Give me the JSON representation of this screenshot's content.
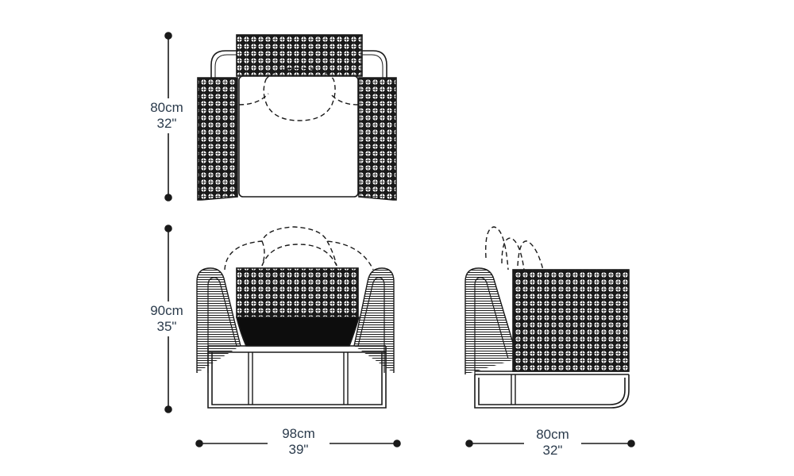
{
  "drawing": {
    "colors": {
      "ink": "#1a1a1a",
      "label": "#2b3b4c",
      "seat": "#0d0d0d",
      "weave_fill": "#ffffff"
    },
    "views": [
      "top-view",
      "front-view",
      "side-view"
    ]
  },
  "dimensions": {
    "top_depth": {
      "metric": "80cm",
      "imperial": "32\""
    },
    "height": {
      "metric": "90cm",
      "imperial": "35\""
    },
    "width": {
      "metric": "98cm",
      "imperial": "39\""
    },
    "side_depth": {
      "metric": "80cm",
      "imperial": "32\""
    }
  }
}
